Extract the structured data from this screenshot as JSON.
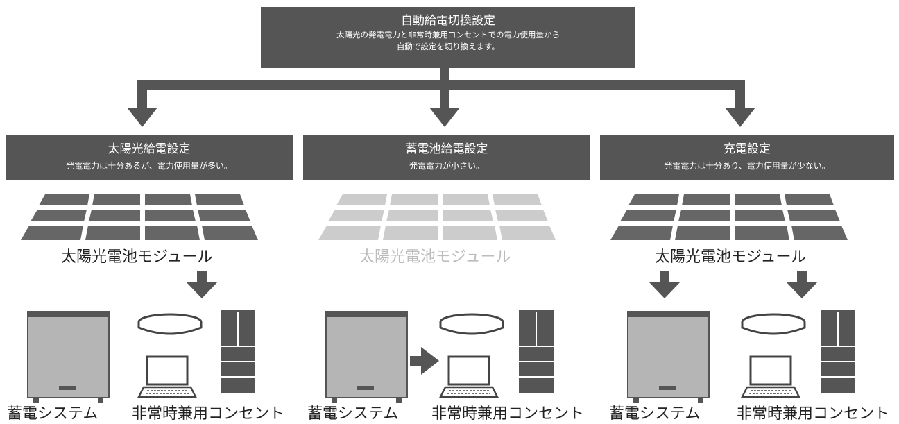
{
  "top": {
    "title": "自動給電切換設定",
    "desc_line1": "太陽光の発電電力と非常時兼用コンセントでの電力使用量から",
    "desc_line2": "自動で設定を切り換えます。"
  },
  "modes": [
    {
      "title": "太陽光給電設定",
      "desc": "発電電力は十分あるが、電力使用量が多い。",
      "panel_label": "太陽光電池モジュール",
      "storage_label": "蓄電システム",
      "outlet_label": "非常時兼用コンセント"
    },
    {
      "title": "蓄電池給電設定",
      "desc": "発電電力が小さい。",
      "panel_label": "太陽光電池モジュール",
      "storage_label": "蓄電システム",
      "outlet_label": "非常時兼用コンセント"
    },
    {
      "title": "充電設定",
      "desc": "発電電力は十分あり、電力使用量が少ない。",
      "panel_label": "太陽光電池モジュール",
      "storage_label": "蓄電システム",
      "outlet_label": "非常時兼用コンセント"
    }
  ],
  "colors": {
    "box": "#555555",
    "panel_active": "#666666",
    "panel_inactive": "#cccccc",
    "arrow": "#555555",
    "storage": "#b5b5b5"
  }
}
